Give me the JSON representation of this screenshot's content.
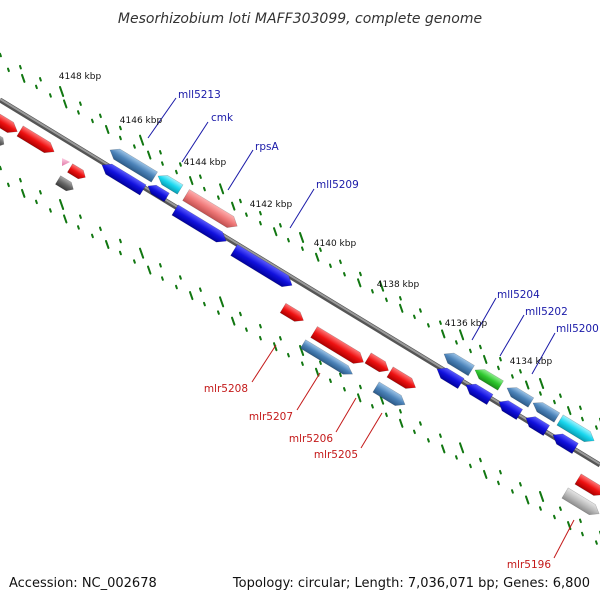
{
  "title": "Mesorhizobium loti MAFF303099, complete genome",
  "footer": {
    "accession": "Accession: NC_002678",
    "summary": "Topology: circular; Length: 7,036,071 bp; Genes: 6,800"
  },
  "scale_labels": [
    "4148 kbp",
    "4146 kbp",
    "4144 kbp",
    "4142 kbp",
    "4140 kbp",
    "4138 kbp",
    "4136 kbp",
    "4134 kbp"
  ],
  "gene_labels_top": [
    "mll5213",
    "cmk",
    "rpsA",
    "mll5209",
    "mll5204",
    "mll5202",
    "mll5200"
  ],
  "gene_labels_bottom": [
    "mlr5208",
    "mlr5207",
    "mlr5206",
    "mlr5205",
    "mlr5196"
  ],
  "colors": {
    "forward_red": "#ee1111",
    "reverse_blue": "#1111dd",
    "steel_blue": "#4b82b8",
    "cyan": "#19d6ee",
    "salmon": "#ee7777",
    "green": "#2ec82e",
    "gray": "#666666",
    "light_gray": "#bbbbbb",
    "pink": "#f4a0c8",
    "tick_green": "#117711",
    "backbone": "#808080"
  }
}
